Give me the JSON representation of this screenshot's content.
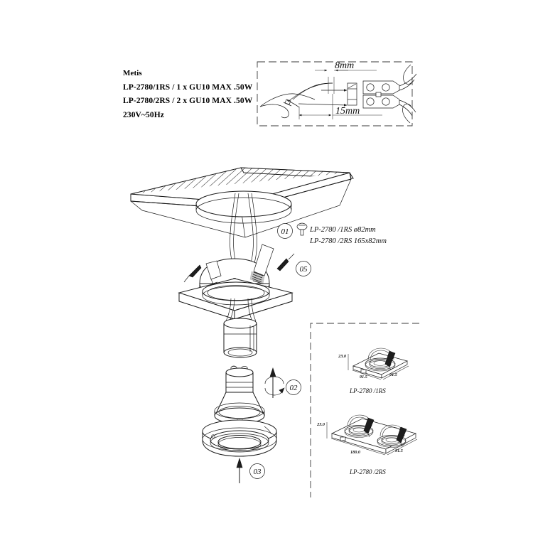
{
  "document": {
    "type": "installation-diagram",
    "product_family": "Metis",
    "background_color": "#ffffff",
    "line_color": "#1a1a1a"
  },
  "spec": {
    "brand": "Metis",
    "line_1": "LP-2780/1RS  / 1 x GU10 MAX .50W",
    "line_2": "LP-2780/2RS /  2 x GU10 MAX .50W",
    "line_3": "230V~50Hz"
  },
  "wiring_detail": {
    "dim_outer": "8mm",
    "dim_inner": "15mm",
    "icon_terminal": "terminal-block-icon",
    "icon_cable": "stripped-cable-icon"
  },
  "callouts": [
    {
      "id": "01",
      "number": "01",
      "icon": "ceiling-cutout-icon",
      "ref_line_1": "LP-2780 /1RS  ø82mm",
      "ref_line_2": "LP-2780 /2RS  165x82mm"
    },
    {
      "id": "05",
      "number": "05",
      "icon": "spring-clip-arrow-icon"
    },
    {
      "id": "02",
      "number": "02",
      "icon": "twist-lock-rotate-icon"
    },
    {
      "id": "03",
      "number": "03",
      "icon": "push-up-arrow-icon"
    }
  ],
  "exploded_view": {
    "parts": [
      {
        "name": "ceiling-panel",
        "label": ""
      },
      {
        "name": "square-fixture-frame",
        "label": ""
      },
      {
        "name": "gu10-lamp-holder",
        "label": ""
      },
      {
        "name": "gu10-reflector-lamp",
        "label": ""
      },
      {
        "name": "bezel-ring",
        "label": ""
      }
    ]
  },
  "insets": [
    {
      "name": "inset-1rs",
      "label": "LP-2780 /1RS",
      "height": "23.0",
      "width": "91.5",
      "depth": "91.5"
    },
    {
      "name": "inset-2rs",
      "label": "LP-2780 /2RS",
      "height": "23.0",
      "width": "180.0",
      "depth": "91.5"
    }
  ]
}
